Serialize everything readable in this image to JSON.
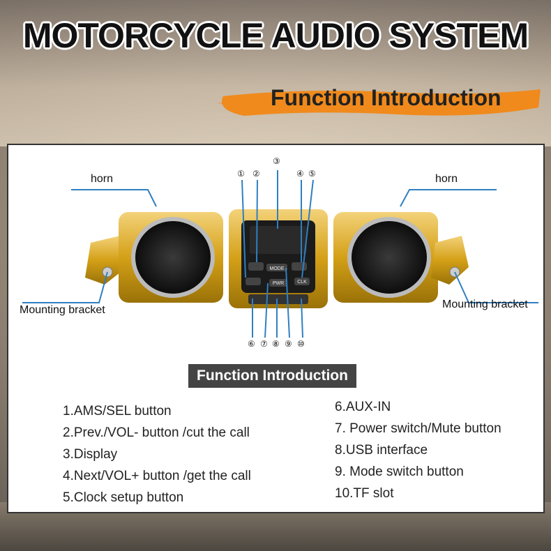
{
  "title": "MOTORCYCLE AUDIO SYSTEM",
  "subtitle": "Function Introduction",
  "diagram": {
    "horn_left": "horn",
    "horn_right": "horn",
    "bracket_left": "Mounting bracket",
    "bracket_right": "Mounting bracket",
    "markers_top": [
      "①",
      "②",
      "③",
      "④",
      "⑤"
    ],
    "markers_bottom": [
      "⑥",
      "⑦",
      "⑧",
      "⑨",
      "⑩"
    ],
    "button_labels": [
      "MODE",
      "PWR",
      "CLK"
    ]
  },
  "section_badge": "Function Introduction",
  "functions_left": [
    "1.AMS/SEL button",
    "2.Prev./VOL- button /cut the call",
    "3.Display",
    "4.Next/VOL+ button /get the call",
    "5.Clock setup button"
  ],
  "functions_right": [
    "6.AUX-IN",
    "7. Power switch/Mute button",
    "8.USB interface",
    "9. Mode switch button",
    "10.TF slot"
  ],
  "colors": {
    "gold": "#d4a017",
    "accent_orange": "#f08a1c",
    "line_blue": "#2f7fc1"
  }
}
